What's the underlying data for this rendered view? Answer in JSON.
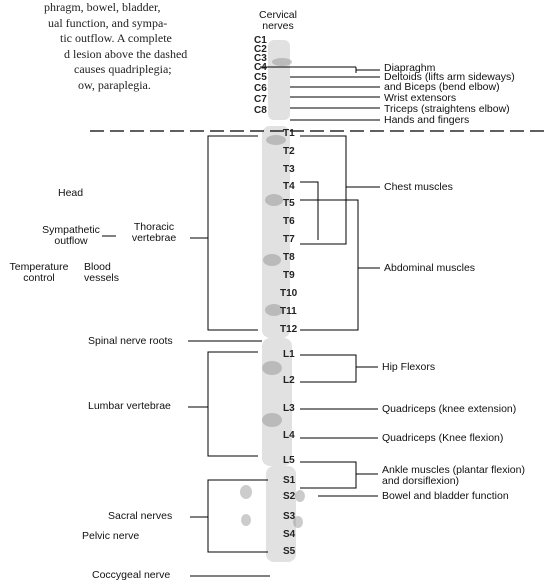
{
  "caption": {
    "lines": [
      "phragm, bowel, bladder,",
      "ual function, and sympa-",
      "tic outflow. A complete",
      "d lesion above the dashed",
      "causes quadriplegia;",
      "ow, paraplegia."
    ]
  },
  "header": {
    "cervical_line1": "Cervical",
    "cervical_line2": "nerves"
  },
  "segments": {
    "cervical": [
      "C1",
      "C2",
      "C3",
      "C4",
      "C5",
      "C6",
      "C7",
      "C8"
    ],
    "thoracic": [
      "T1",
      "T2",
      "T3",
      "T4",
      "T5",
      "T6",
      "T7",
      "T8",
      "T9",
      "T10",
      "T11",
      "T12"
    ],
    "lumbar": [
      "L1",
      "L2",
      "L3",
      "L4",
      "L5"
    ],
    "sacral": [
      "S1",
      "S2",
      "S3",
      "S4",
      "S5"
    ]
  },
  "left_labels": {
    "head": "Head",
    "sympathetic_1": "Sympathetic",
    "sympathetic_2": "outflow",
    "thoracic_1": "Thoracic",
    "thoracic_2": "vertebrae",
    "temperature_1": "Temperature",
    "temperature_2": "control",
    "blood_1": "Blood",
    "blood_2": "vessels",
    "spinal_roots": "Spinal nerve roots",
    "lumbar": "Lumbar vertebrae",
    "sacral": "Sacral nerves",
    "pelvic": "Pelvic nerve",
    "coccygeal": "Coccygeal nerve"
  },
  "right_labels": {
    "diaphragm": "Diapraghm",
    "deltoids": "Deltoids (lifts arm sideways)",
    "biceps": "and Biceps (bend elbow)",
    "wrist": "Wrist extensors",
    "triceps": "Triceps (straightens elbow)",
    "hands": "Hands and fingers",
    "chest": "Chest muscles",
    "abdominal": "Abdominal muscles",
    "hip": "Hip Flexors",
    "quad_ext": "Quadriceps (knee extension)",
    "quad_flex": "Quadriceps (Knee flexion)",
    "ankle_1": "Ankle muscles (plantar flexion)",
    "ankle_2": "and dorsiflexion)",
    "bowel": "Bowel and bladder function"
  }
}
